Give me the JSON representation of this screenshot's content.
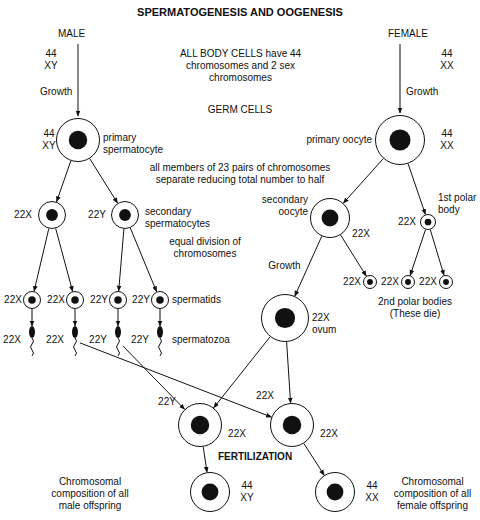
{
  "diagram": {
    "title": "SPERMATOGENESIS AND OOGENESIS",
    "nodes": [
      {
        "text": [
          "44 XY",
          "primary spermatocyte"
        ]
      },
      {
        "text": [
          "44 XX",
          "primary oocyte"
        ]
      },
      {
        "text": [
          "22X"
        ]
      },
      {
        "text": [
          "22Y",
          "secondary spermatocytes"
        ]
      },
      {
        "text": [
          "secondary oocyte",
          "22X"
        ]
      },
      {
        "text": [
          "22X",
          "1st polar body"
        ]
      },
      {
        "text": [
          "22X"
        ]
      },
      {
        "text": [
          "22X"
        ]
      },
      {
        "text": [
          "22Y"
        ]
      },
      {
        "text": [
          "22Y",
          "spermatids"
        ]
      },
      {
        "text": [
          "22X ovum"
        ]
      },
      {
        "text": [
          "22X"
        ]
      },
      {
        "text": [
          "22X"
        ]
      },
      {
        "text": [
          "22X"
        ]
      },
      {
        "text": [
          "22X"
        ]
      },
      {
        "text": [
          "22X"
        ]
      },
      {
        "text": [
          "22Y"
        ]
      },
      {
        "text": [
          "22Y",
          "spermatozoa"
        ]
      },
      {
        "text": [
          "22Y",
          "22X"
        ]
      },
      {
        "text": [
          "22X",
          "22X"
        ]
      },
      {
        "text": [
          "44 XY",
          "Chromosomal composition of all male offspring"
        ]
      },
      {
        "text": [
          "44 XX",
          "Chromosomal composition of all female offspring"
        ]
      }
    ],
    "edges": [
      {
        "from": 0,
        "to": 2,
        "arrow": "to"
      },
      {
        "from": 0,
        "to": 3,
        "arrow": "to"
      },
      {
        "from": 1,
        "to": 4,
        "arrow": "to"
      },
      {
        "from": 1,
        "to": 5,
        "arrow": "to"
      },
      {
        "from": 2,
        "to": 6,
        "arrow": "to"
      },
      {
        "from": 2,
        "to": 7,
        "arrow": "to"
      },
      {
        "from": 3,
        "to": 8,
        "arrow": "to"
      },
      {
        "from": 3,
        "to": 9,
        "arrow": "to"
      },
      {
        "from": 4,
        "to": 10,
        "arrow": "to",
        "label": "Growth"
      },
      {
        "from": 4,
        "to": 11,
        "arrow": "to"
      },
      {
        "from": 5,
        "to": 12,
        "arrow": "to"
      },
      {
        "from": 5,
        "to": 13,
        "arrow": "to"
      },
      {
        "from": 6,
        "to": 14,
        "arrow": "to"
      },
      {
        "from": 7,
        "to": 15,
        "arrow": "to"
      },
      {
        "from": 8,
        "to": 16,
        "arrow": "to"
      },
      {
        "from": 9,
        "to": 17,
        "arrow": "to"
      },
      {
        "from": 16,
        "to": 18,
        "arrow": "to"
      },
      {
        "from": 15,
        "to": 19,
        "arrow": "to"
      },
      {
        "from": 10,
        "to": 18,
        "arrow": "to"
      },
      {
        "from": 10,
        "to": 19,
        "arrow": "to"
      },
      {
        "from": 18,
        "to": 20,
        "arrow": "to"
      },
      {
        "from": 19,
        "to": 21,
        "arrow": "to"
      }
    ],
    "labels": [
      "MALE",
      "44 XY",
      "FEMALE",
      "44 XX",
      "ALL BODY CELLS have 44 chromosomes and 2 sex chromosomes",
      "Growth",
      "Growth",
      "GERM CELLS",
      "all members of 23 pairs of chromosomes separate reducing total number to half",
      "equal division of chromosomes",
      "2nd polar bodies (These die)",
      "FERTILIZATION"
    ]
  }
}
